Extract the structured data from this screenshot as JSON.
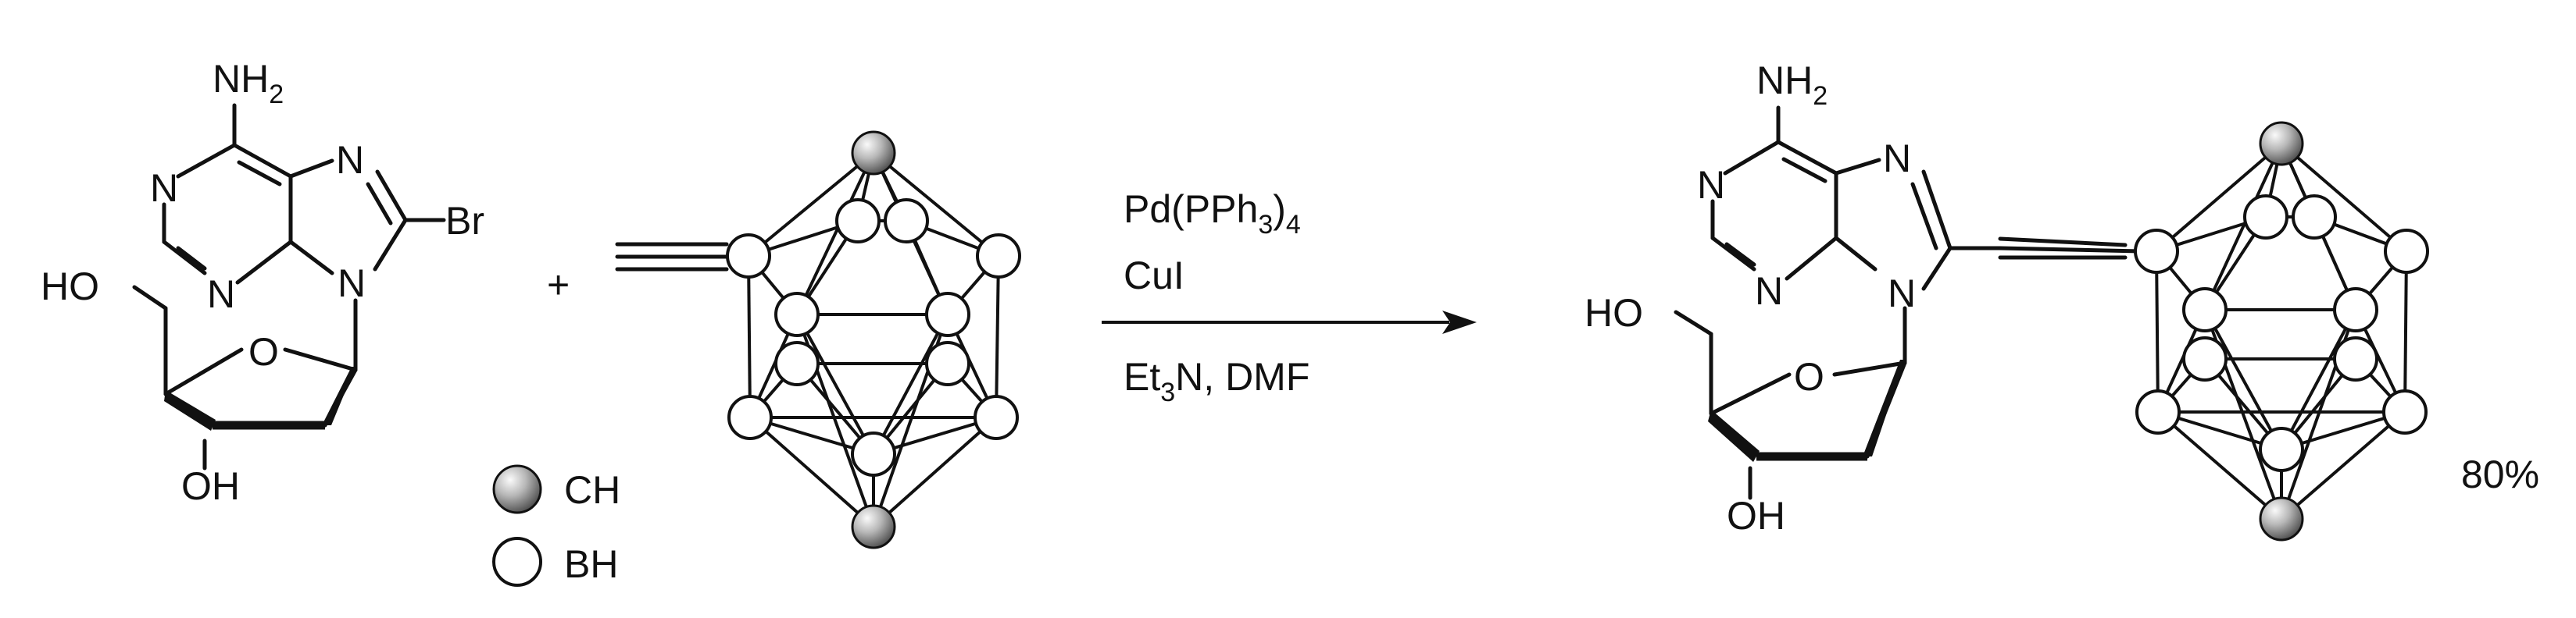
{
  "reactant_nucleoside": {
    "amino": "NH",
    "amino_sub": "2",
    "n1": "N",
    "n3": "N",
    "n7": "N",
    "n9": "N",
    "bromo": "Br",
    "hydroxy_5": "HO",
    "ring_oxygen": "O",
    "hydroxy_3": "OH"
  },
  "plus_sign": "+",
  "legend": {
    "ch_label": "CH",
    "bh_label": "BH"
  },
  "conditions": {
    "catalyst_main": "Pd(PPh",
    "catalyst_sub": "3",
    "catalyst_close": ")",
    "catalyst_sub2": "4",
    "cocatalyst": "CuI",
    "base_main": "Et",
    "base_sub": "3",
    "base_rest": "N, DMF"
  },
  "product_nucleoside": {
    "amino": "NH",
    "amino_sub": "2",
    "n1": "N",
    "n3": "N",
    "n7": "N",
    "n9": "N",
    "hydroxy_5": "HO",
    "ring_oxygen": "O",
    "hydroxy_3": "OH"
  },
  "yield": "80%",
  "colors": {
    "ink": "#111111",
    "ch_atom_light": "#f2f2f2",
    "ch_atom_dark": "#5a5a5a",
    "bh_atom": "#ffffff"
  }
}
